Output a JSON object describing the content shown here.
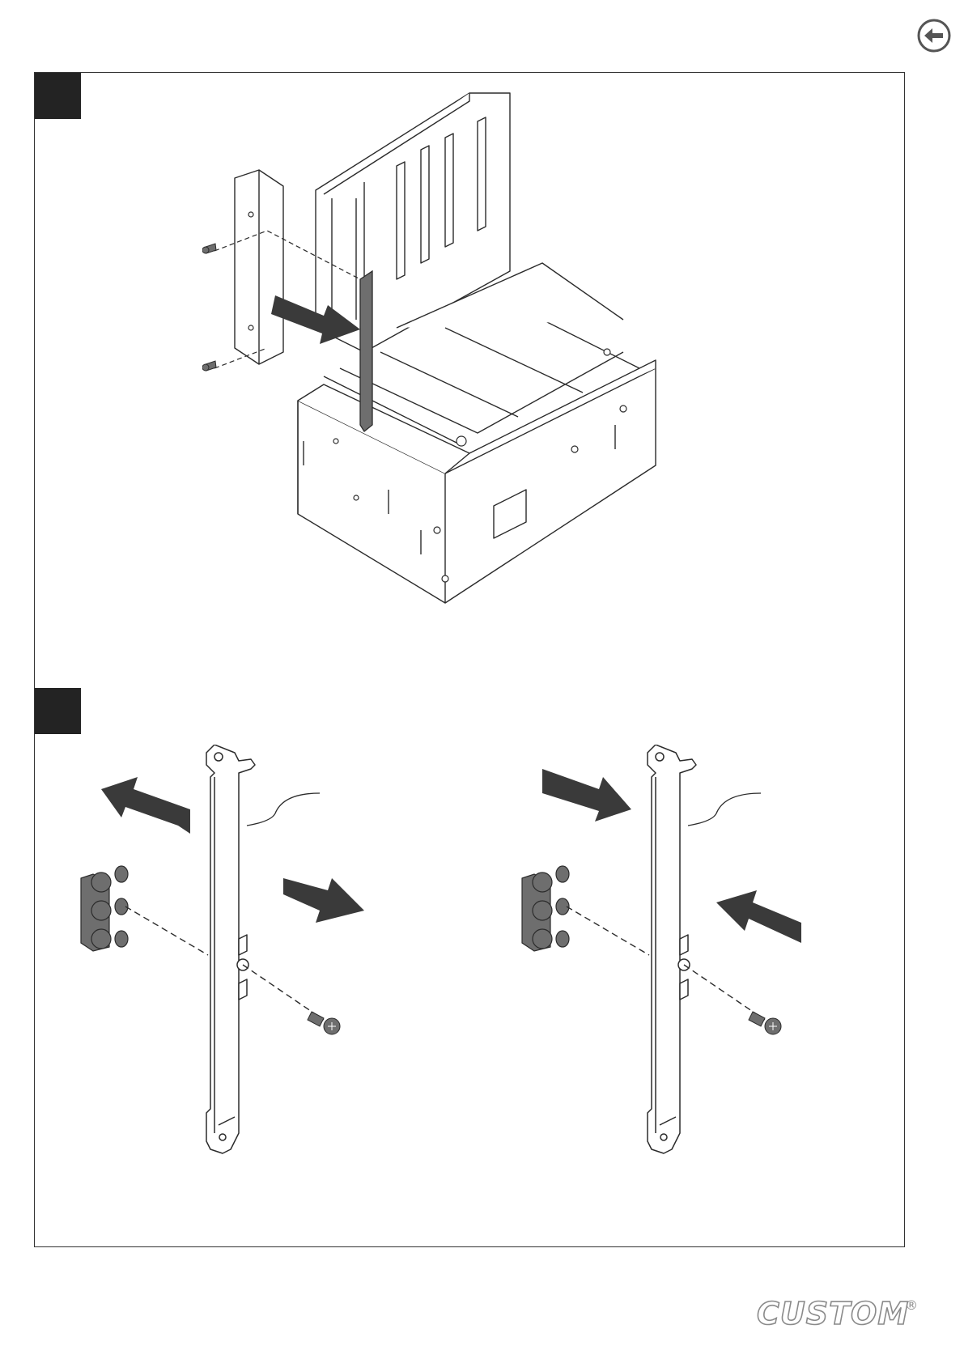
{
  "page": {
    "brand": "CUSTOM",
    "registered_mark": "®"
  },
  "navigation": {
    "back_icon": "back-arrow-icon"
  },
  "steps": [
    {
      "marker": "step-1-marker",
      "illustration": "printer-bracket-removal"
    },
    {
      "marker": "step-2-marker",
      "illustration": "bracket-screw-swap"
    }
  ],
  "colors": {
    "marker": "#232323",
    "arrow": "#3a3a3a",
    "part_fill": "#6e6e6e",
    "line": "#2b2b2b",
    "logo": "#8a8a8a"
  }
}
